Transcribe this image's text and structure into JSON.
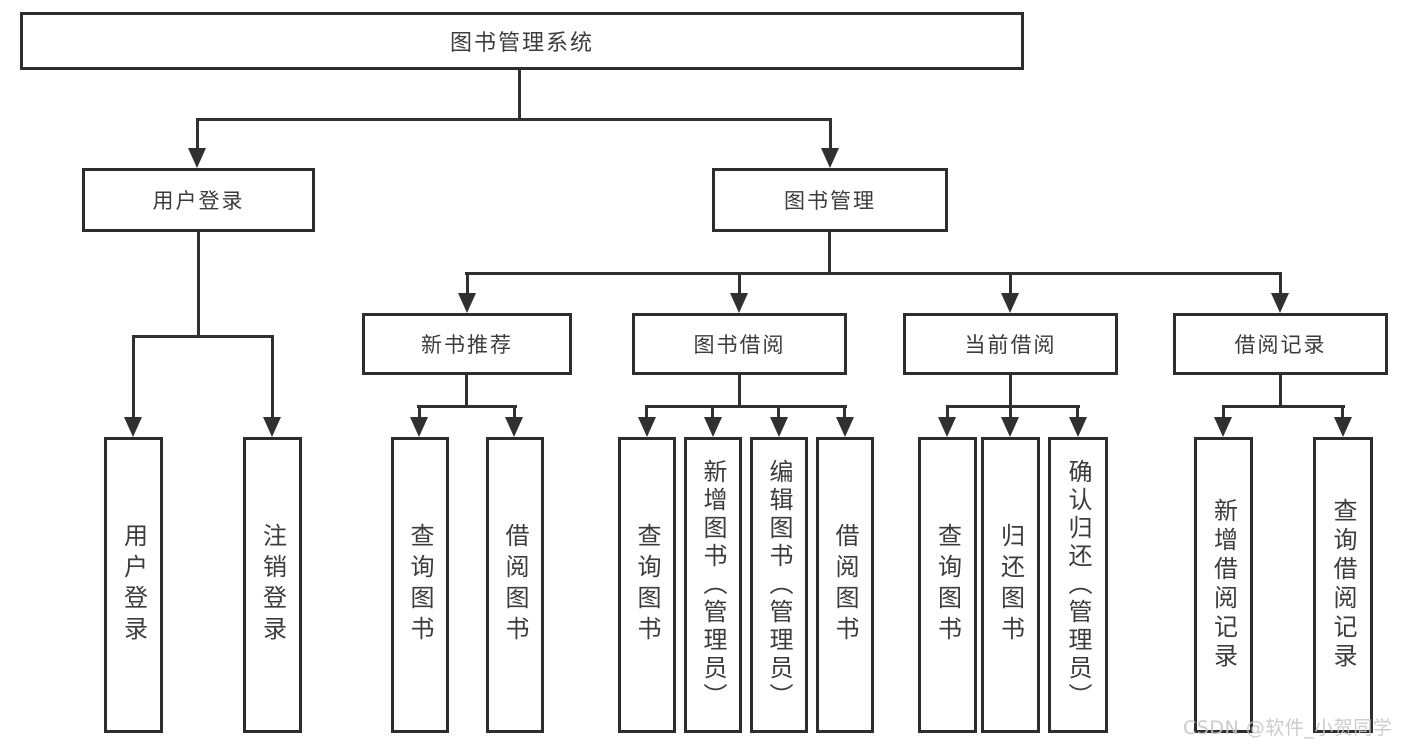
{
  "diagram": {
    "root": "图书管理系统",
    "level2": [
      "用户登录",
      "图书管理"
    ],
    "level3": [
      "新书推荐",
      "图书借阅",
      "当前借阅",
      "借阅记录"
    ],
    "user_login_children": [
      "用户登录",
      "注销登录"
    ],
    "new_book_children": [
      "查询图书",
      "借阅图书"
    ],
    "book_borrow_children": [
      "查询图书",
      "新增图书（管理员）",
      "编辑图书（管理员）",
      "借阅图书"
    ],
    "current_borrow_children": [
      "查询图书",
      "归还图书",
      "确认归还（管理员）"
    ],
    "borrow_record_children": [
      "新增借阅记录",
      "查询借阅记录"
    ]
  },
  "watermark": "CSDN @软件_小贺同学",
  "colors": {
    "line": "#303030",
    "border": "#2d2d2d",
    "text": "#3c3c3c",
    "watermark": "#c6c6c6",
    "background": "#ffffff"
  }
}
